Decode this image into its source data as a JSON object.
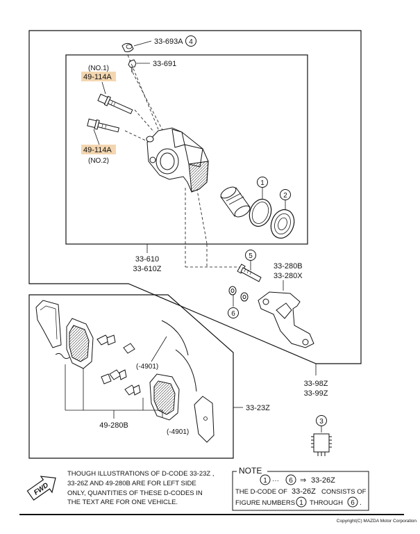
{
  "labels": {
    "p33_693a": "33-693A",
    "p33_691": "33-691",
    "no1": "(NO.1)",
    "no2": "(NO.2)",
    "p49_114a_1": "49-114A",
    "p49_114a_2": "49-114A",
    "p33_610": "33-610",
    "p33_610z": "33-610Z",
    "p33_280b": "33-280B",
    "p33_280x": "33-280X",
    "p33_98z": "33-98Z",
    "p33_99z": "33-99Z",
    "p33_23z": "33-23Z",
    "p49_280b": "49-280B",
    "m4901_a": "(-4901)",
    "m4901_b": "(-4901)"
  },
  "circled": {
    "c1": "1",
    "c2": "2",
    "c3": "3",
    "c4": "4",
    "c5": "5",
    "c6": "6"
  },
  "fwd": "FWD",
  "disclaimer": {
    "line1": "THOUGH ILLUSTRATIONS OF D-CODE 33-23Z ,",
    "line2": "33-26Z  AND 49-280B ARE FOR LEFT SIDE",
    "line3": "ONLY, QUANTITIES OF THESE D-CODES IN",
    "line4": "THE TEXT ARE FOR ONE VEHICLE."
  },
  "note": {
    "title": "NOTE",
    "c_from": "1",
    "dots": "···",
    "c_to": "6",
    "arrow": "⇒",
    "target": "33-26Z",
    "l2a": "THE D-CODE OF",
    "l2b": "33-26Z",
    "l2c": "CONSISTS OF",
    "l3a": "FIGURE NUMBERS",
    "l3b": "1",
    "l3c": "THROUGH",
    "l3d": "6",
    "l3e": "."
  },
  "copyright": "Copyright(C) MAZDA Motor Corporation",
  "colors": {
    "highlight": "#f3d6b0",
    "line": "#111111"
  }
}
